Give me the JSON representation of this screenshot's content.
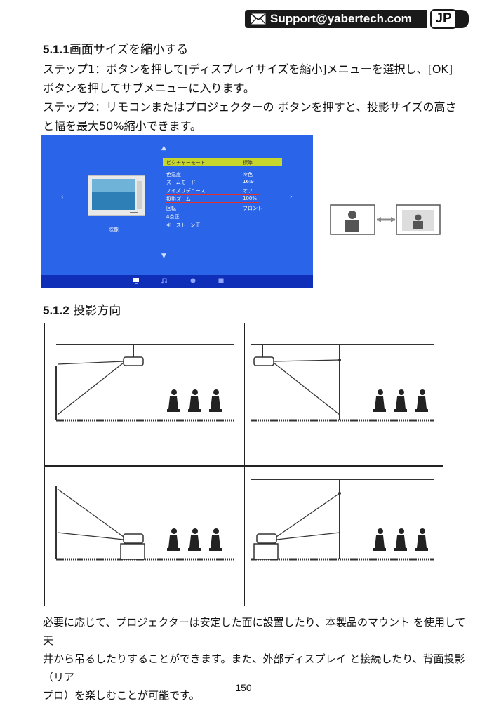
{
  "header": {
    "support_email": "Support@yabertech.com",
    "lang_badge": "JP",
    "mail_icon": "envelope-icon"
  },
  "section_511": {
    "title_num": "5.1.1",
    "title_text": "画面サイズを縮小する",
    "lines": [
      "ステップ1：ボタンを押して[ディスプレイサイズを縮小]メニューを選択し、[OK]",
      "ボタンを押してサブメニューに入ります。",
      "ステップ2：リモコンまたはプロジェクターの ボタンを押すと、投影サイズの高さ",
      "と幅を最大50%縮小できます。"
    ]
  },
  "osd": {
    "menu_rows": [
      {
        "label": "ピクチャーモード",
        "value": "標準"
      },
      {
        "label": "色温度",
        "value": "冷色"
      },
      {
        "label": "ズームモード",
        "value": "16:9"
      },
      {
        "label": "ノイズリデュース",
        "value": "オフ"
      },
      {
        "label": "投影ズーム",
        "value": "100%"
      },
      {
        "label": "回転",
        "value": "フロント"
      },
      {
        "label": "4点正",
        "value": ""
      },
      {
        "label": "キーストーン正",
        "value": ""
      }
    ],
    "side_label": "映像",
    "colors": {
      "background": "#2a64e8",
      "bottom_bar": "#0f2fb8",
      "highlight": "#c6d62c",
      "selection_box": "#e53030"
    }
  },
  "section_512": {
    "title_num": "5.1.2",
    "title_text": "投影方向"
  },
  "footer_text": [
    "必要に応じて、プロジェクターは安定した面に設置したり、本製品のマウント を使用して天",
    "井から吊るしたりすることができます。また、外部ディスプレイ と接続したり、背面投影（リア",
    "プロ）を楽しむことが可能です。"
  ],
  "page_number": "150"
}
